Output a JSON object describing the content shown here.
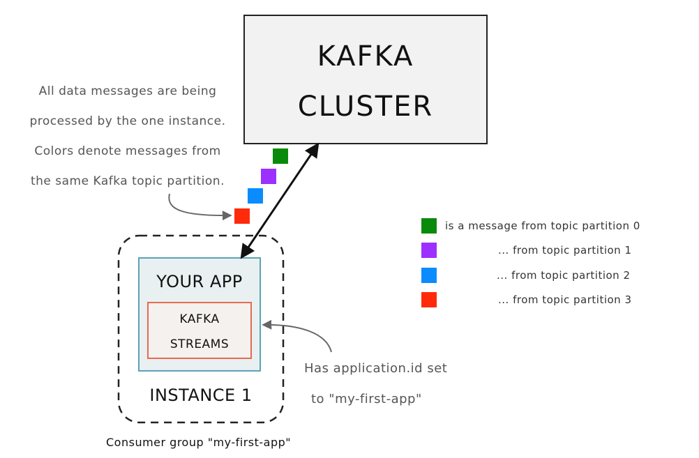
{
  "cluster": {
    "line1": "KAFKA",
    "line2": "CLUSTER"
  },
  "note": {
    "lines": [
      "All data messages are being",
      "processed by the one instance.",
      "Colors denote messages from",
      "the same Kafka topic partition."
    ]
  },
  "app": {
    "title": "YOUR APP",
    "streams_line1": "KAFKA",
    "streams_line2": "STREAMS",
    "instance_label": "INSTANCE 1"
  },
  "consumer_group_label": "Consumer group \"my-first-app\"",
  "app_id_note": {
    "line1": "Has application.id set",
    "line2": "to \"my-first-app\""
  },
  "message_stack": [
    "#0a8a0a",
    "#9b30ff",
    "#0a8cff",
    "#ff2a0a"
  ],
  "legend": [
    {
      "color": "#0a8a0a",
      "text": "is a message from topic partition 0"
    },
    {
      "color": "#9b30ff",
      "text": "... from topic partition 1"
    },
    {
      "color": "#0a8cff",
      "text": "... from topic partition 2"
    },
    {
      "color": "#ff2a0a",
      "text": "... from topic partition 3"
    }
  ]
}
